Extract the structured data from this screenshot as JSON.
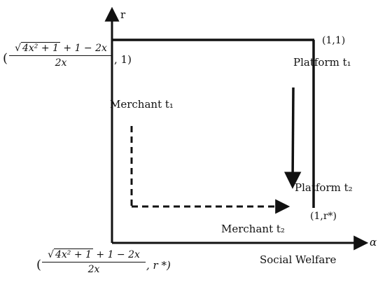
{
  "axes": {
    "y_label": "r",
    "x_label": "α"
  },
  "points": {
    "top_right": "(1,1)",
    "bottom_right": "(1,r*)"
  },
  "top_left_point": {
    "open_paren": "(",
    "numerator_sqrt": "4x² + 1",
    "numerator_rest": " + 1 − 2x",
    "denominator": "2x",
    "tail": ", 1)"
  },
  "bottom_left_point": {
    "open_paren": "(",
    "numerator_sqrt": "4x² + 1",
    "numerator_rest": " + 1 − 2x",
    "denominator": "2x",
    "tail": ", r *)"
  },
  "labels": {
    "platform_t1": "Platform t₁",
    "platform_t2": "Platform t₂",
    "merchant_t1": "Merchant t₁",
    "merchant_t2": "Merchant t₂",
    "social_welfare": "Social Welfare"
  }
}
